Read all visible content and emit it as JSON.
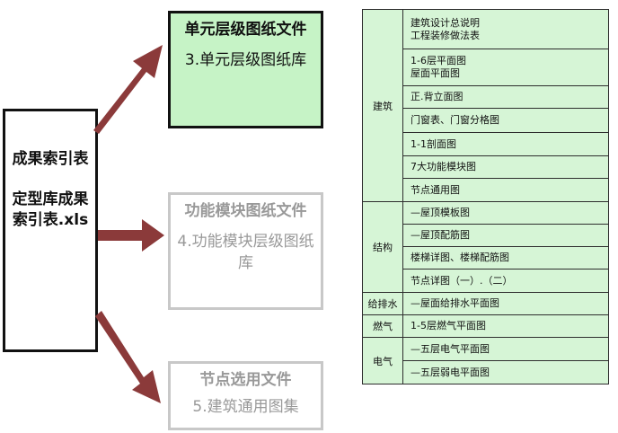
{
  "source": {
    "title": "成果索引表",
    "file": "定型库成果索引表.xls"
  },
  "targets": [
    {
      "title": "单元层级图纸文件",
      "subtitle": "3.单元层级图纸库"
    },
    {
      "title": "功能模块图纸文件",
      "subtitle": "4.功能模块层级图纸库"
    },
    {
      "title": "节点选用文件",
      "subtitle": "5.建筑通用图集"
    }
  ],
  "index_table": [
    {
      "category": "建筑",
      "items": [
        [
          "建筑设计总说明",
          "工程装修做法表"
        ],
        [
          "1-6层平面图",
          "屋面平面图"
        ],
        [
          "正.背立面图"
        ],
        [
          "门窗表、门窗分格图"
        ],
        [
          "1-1剖面图"
        ],
        [
          "7大功能模块图"
        ],
        [
          "节点通用图"
        ]
      ]
    },
    {
      "category": "结构",
      "items": [
        [
          "—屋顶模板图"
        ],
        [
          "—屋顶配筋图"
        ],
        [
          "楼梯详图、楼梯配筋图"
        ],
        [
          "节点详图（一）.（二）"
        ]
      ]
    },
    {
      "category": "给排水",
      "items": [
        [
          "—屋面给排水平面图"
        ]
      ]
    },
    {
      "category": "燃气",
      "items": [
        [
          "1-5层燃气平面图"
        ]
      ]
    },
    {
      "category": "电气",
      "items": [
        [
          "—五层电气平面图"
        ],
        [
          "—五层弱电平面图"
        ]
      ]
    }
  ],
  "colors": {
    "arrow": "#8b3a3a",
    "highlight": "#c6f3c6",
    "table_bg": "#d6f5d6"
  }
}
